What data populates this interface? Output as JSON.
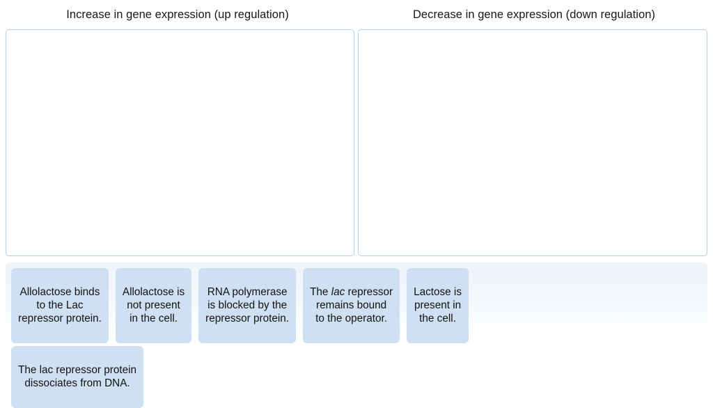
{
  "zones": [
    {
      "id": "up-regulation",
      "header": "Increase in gene expression (up regulation)",
      "items": []
    },
    {
      "id": "down-regulation",
      "header": "Decrease in gene expression (down regulation)",
      "items": []
    }
  ],
  "tray": {
    "rows": [
      {
        "cards": [
          {
            "id": "allolactose-binds",
            "text": "Allolactose binds\nto the Lac\nrepressor protein."
          },
          {
            "id": "allolactose-not-present",
            "text": "Allolactose is\nnot present\nin the cell."
          },
          {
            "id": "rna-polymerase-blocked",
            "text": "RNA polymerase\nis blocked by the\nrepressor protein."
          },
          {
            "id": "lac-repressor-bound",
            "text_pre": "The ",
            "text_em": "lac",
            "text_post": " repressor\nremains bound\nto the operator."
          },
          {
            "id": "lactose-present",
            "text": "Lactose is\npresent in\nthe cell."
          }
        ]
      },
      {
        "cards": [
          {
            "id": "lac-repressor-dissociates",
            "text": "The lac repressor protein\ndissociates from DNA."
          }
        ]
      }
    ]
  },
  "colors": {
    "card_background": "#cfe0f2",
    "dropzone_border": "#b3d0ea",
    "tray_background_top": "#eef4fb",
    "tray_background_bottom": "#fdfeff",
    "text": "#121212",
    "page_background": "#ffffff"
  }
}
